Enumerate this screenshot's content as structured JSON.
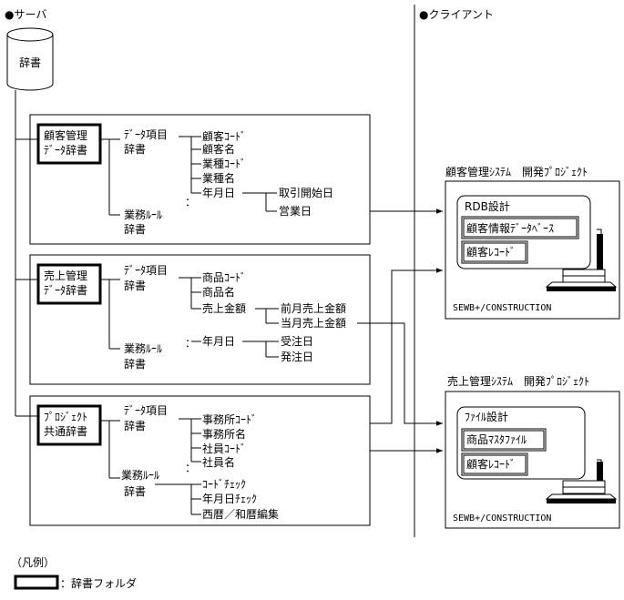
{
  "server": {
    "title": "●サーバ",
    "db_label": "辞書"
  },
  "client": {
    "title": "●クライアント"
  },
  "groups": [
    {
      "folder": [
        "顧客管理",
        "ﾃﾞｰﾀ辞書"
      ],
      "data_dict": [
        "ﾃﾞｰﾀ項目",
        "辞書"
      ],
      "biz_dict": [
        "業務ﾙｰﾙ",
        "辞書"
      ],
      "items": [
        "顧客ｺｰﾄﾞ",
        "顧客名",
        "業種ｺｰﾄﾞ",
        "業種名",
        "年月日"
      ],
      "ellipsis": "：",
      "sub_items": [
        "取引開始日",
        "営業日"
      ]
    },
    {
      "folder": [
        "売上管理",
        "ﾃﾞｰﾀ辞書"
      ],
      "data_dict": [
        "ﾃﾞｰﾀ項目",
        "辞書"
      ],
      "biz_dict": [
        "業務ﾙｰﾙ",
        "辞書"
      ],
      "items": [
        "商品ｺｰﾄﾞ",
        "商品名",
        "売上金額",
        "年月日"
      ],
      "ellipsis": "：",
      "sub_items_a": [
        "前月売上金額",
        "当月売上金額"
      ],
      "sub_items_b": [
        "受注日",
        "発注日"
      ]
    },
    {
      "folder": [
        "ﾌﾟﾛｼﾞｪｸﾄ",
        "共通辞書"
      ],
      "data_dict": [
        "ﾃﾞｰﾀ項目",
        "辞書"
      ],
      "biz_dict": [
        "業務ﾙｰﾙ",
        "辞書"
      ],
      "items": [
        "事務所ｺｰﾄﾞ",
        "事務所名",
        "社員ｺｰﾄﾞ",
        "社員名"
      ],
      "ellipsis": "：",
      "rules": [
        "ｺｰﾄﾞﾁｪｯｸ",
        "年月日ﾁｪｯｸ",
        "西暦／和暦編集"
      ]
    }
  ],
  "projects": [
    {
      "title": "顧客管理ｼｽﾃﾑ　開発ﾌﾟﾛｼﾞｪｸﾄ",
      "design": "RDB設計",
      "items": [
        "顧客情報ﾃﾞｰﾀﾍﾞｰｽ",
        "顧客ﾚｺｰﾄﾞ"
      ],
      "product": "SEWB+/CONSTRUCTION"
    },
    {
      "title": "売上管理ｼｽﾃﾑ　開発ﾌﾟﾛｼﾞｪｸﾄ",
      "design": "ﾌｧｲﾙ設計",
      "items": [
        "商品ﾏｽﾀﾌｧｲﾙ",
        "顧客ﾚｺｰﾄﾞ"
      ],
      "product": "SEWB+/CONSTRUCTION"
    }
  ],
  "legend": {
    "title": "（凡例）",
    "label": "：辞書フォルダ"
  }
}
